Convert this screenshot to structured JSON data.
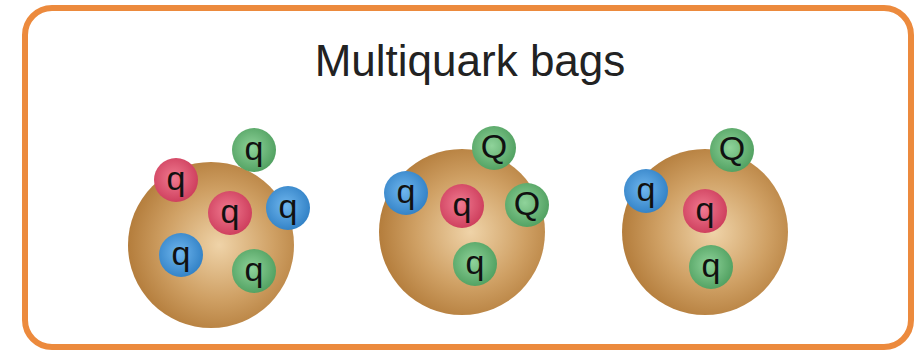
{
  "diagram": {
    "title": "Multiquark bags",
    "nodes": [
      {
        "text": [
          "Multiquark bags"
        ]
      },
      {
        "text": [
          "q"
        ],
        "in": 0
      },
      {
        "text": [
          "q"
        ],
        "in": 0
      },
      {
        "text": [
          "q"
        ],
        "in": 0
      },
      {
        "text": [
          "q"
        ],
        "in": 0
      },
      {
        "text": [
          "q"
        ],
        "in": 0
      },
      {
        "text": [
          "q"
        ],
        "in": 0
      },
      {
        "text": [
          "Q"
        ],
        "in": 0
      },
      {
        "text": [
          "q"
        ],
        "in": 0
      },
      {
        "text": [
          "q"
        ],
        "in": 0
      },
      {
        "text": [
          "Q"
        ],
        "in": 0
      },
      {
        "text": [
          "q"
        ],
        "in": 0
      },
      {
        "text": [
          "Q"
        ],
        "in": 0
      },
      {
        "text": [
          "q"
        ],
        "in": 0
      },
      {
        "text": [
          "q"
        ],
        "in": 0
      },
      {
        "text": [
          "q"
        ],
        "in": 0
      }
    ]
  }
}
